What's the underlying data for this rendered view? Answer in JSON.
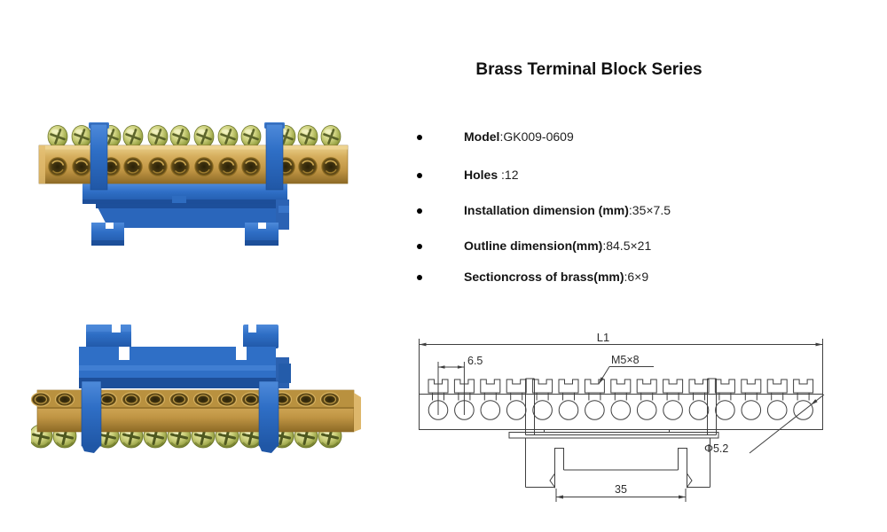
{
  "title": "Brass Terminal Block Series",
  "specs": [
    {
      "label": "Model",
      "value": ":GK009-0609"
    },
    {
      "label": "Holes",
      "value": " :12"
    },
    {
      "label": "Installation dimension (mm)",
      "value": ":35×7.5"
    },
    {
      "label": "Outline dimension(mm)",
      "value": ":84.5×21"
    },
    {
      "label": "Sectioncross of brass(mm)",
      "value": ":6×9"
    }
  ],
  "product": {
    "holes": 12
  },
  "drawing": {
    "overall_length_label": "L1",
    "pitch_label": "6.5",
    "screw_spec_label": "M5×8",
    "hole_diameter_label": "Φ5.2",
    "rail_width_label": "35",
    "screw_count": 15
  },
  "colors": {
    "blue": "#2f6fc6",
    "blue-dark": "#1d4f9a",
    "blue-light": "#4a86d8",
    "brass": "#c9a455",
    "brass-dark": "#8d6a26",
    "zinc-screw": "#b9bd66",
    "line": "#3f3f3f",
    "text": "#161616"
  }
}
